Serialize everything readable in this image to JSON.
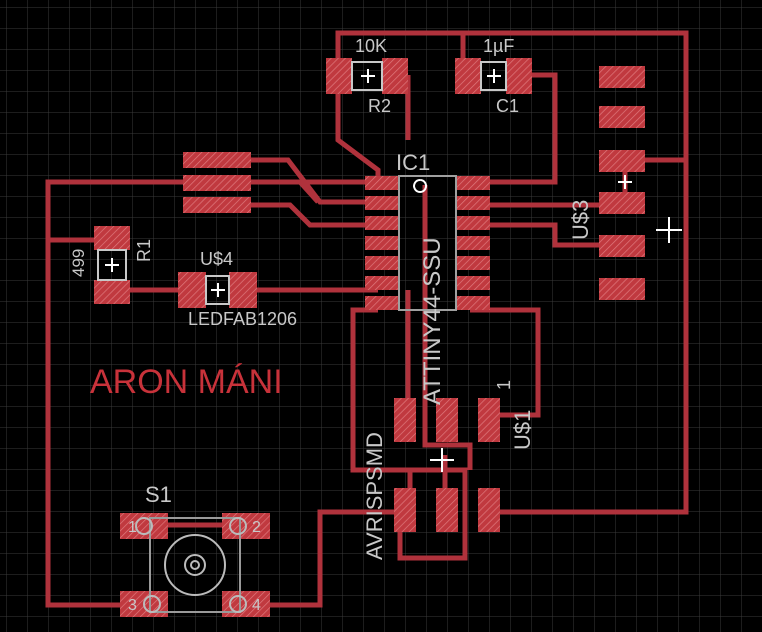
{
  "colors": {
    "background": "#000000",
    "grid": "#3a3a3a",
    "trace": "#b0323c",
    "pad": "#c0393f",
    "silk": "#c8c8c8",
    "name": "#c8323a"
  },
  "labels": {
    "r2_value": "10K",
    "r2_name": "R2",
    "c1_value": "1µF",
    "c1_name": "C1",
    "ic1_name": "IC1",
    "ic1_part": "ATTINY44-SSU",
    "u3_name": "U$3",
    "r1_value": "499",
    "r1_name": "R1",
    "u4_name": "U$4",
    "u4_part": "LEDFAB1206",
    "board_name": "ARON MÁNI",
    "avr_part": "AVRISPSMD",
    "u1_name": "U$1",
    "u1_pin": "1",
    "s1_name": "S1",
    "s1_pin1": "1",
    "s1_pin2": "2",
    "s1_pin3": "3",
    "s1_pin4": "4"
  }
}
